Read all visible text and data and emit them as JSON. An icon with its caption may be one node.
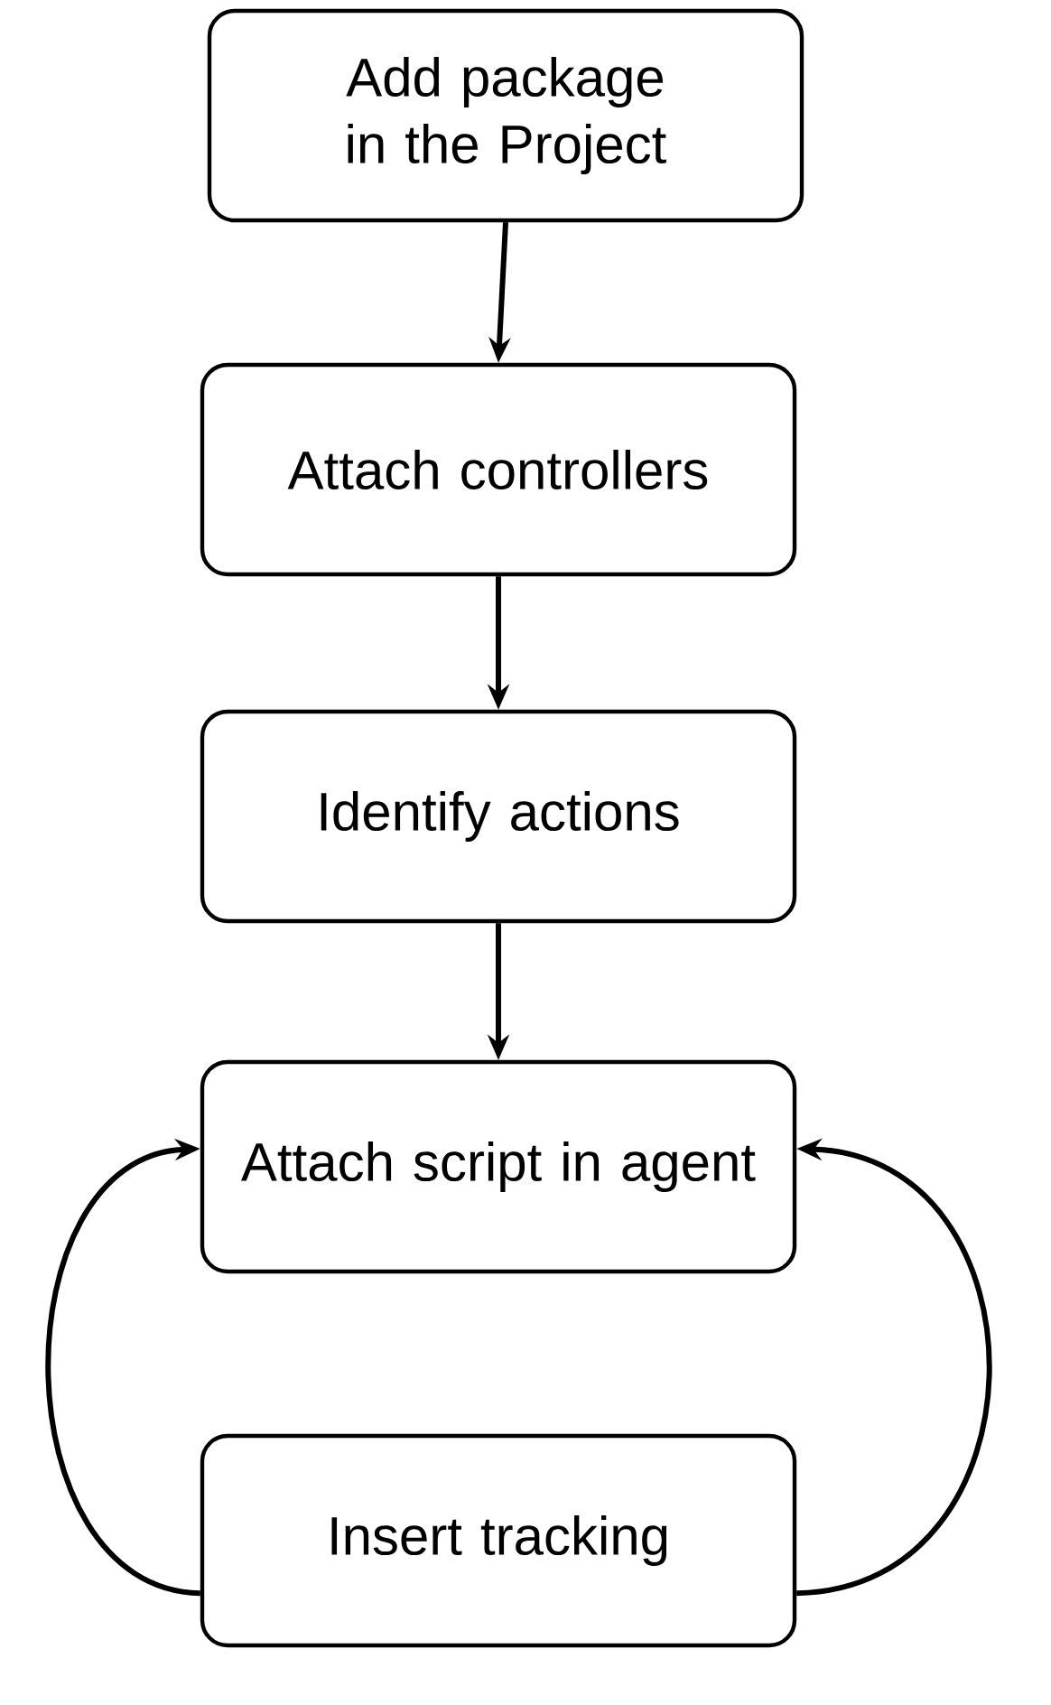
{
  "diagram": {
    "nodes": [
      {
        "text": [
          "Add package in the Project"
        ]
      },
      {
        "text": [
          "Attach controllers"
        ]
      },
      {
        "text": [
          "Identify actions"
        ]
      },
      {
        "text": [
          "Attach script in agent"
        ]
      },
      {
        "text": [
          "Insert tracking"
        ]
      }
    ],
    "edges": [
      {
        "from": 0,
        "to": 1,
        "arrow": "to"
      },
      {
        "from": 1,
        "to": 2,
        "arrow": "to"
      },
      {
        "from": 2,
        "to": 3,
        "arrow": "to"
      },
      {
        "from": 4,
        "to": 3,
        "arrow": "to"
      },
      {
        "from": 4,
        "to": 3,
        "arrow": "to"
      }
    ]
  }
}
